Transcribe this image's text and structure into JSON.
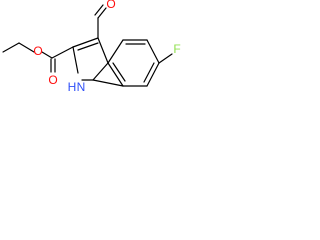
{
  "atoms": {
    "ester_oxygen": "O",
    "carbonyl_oxygen": "O",
    "aldehyde_oxygen": "O",
    "fluorine": "F",
    "nitrogen_h": "H",
    "nitrogen": "N"
  },
  "colors": {
    "bond": "#000000",
    "oxygen": "#ff0d0d",
    "fluorine": "#90e050",
    "nitrogen": "#3050f8"
  }
}
